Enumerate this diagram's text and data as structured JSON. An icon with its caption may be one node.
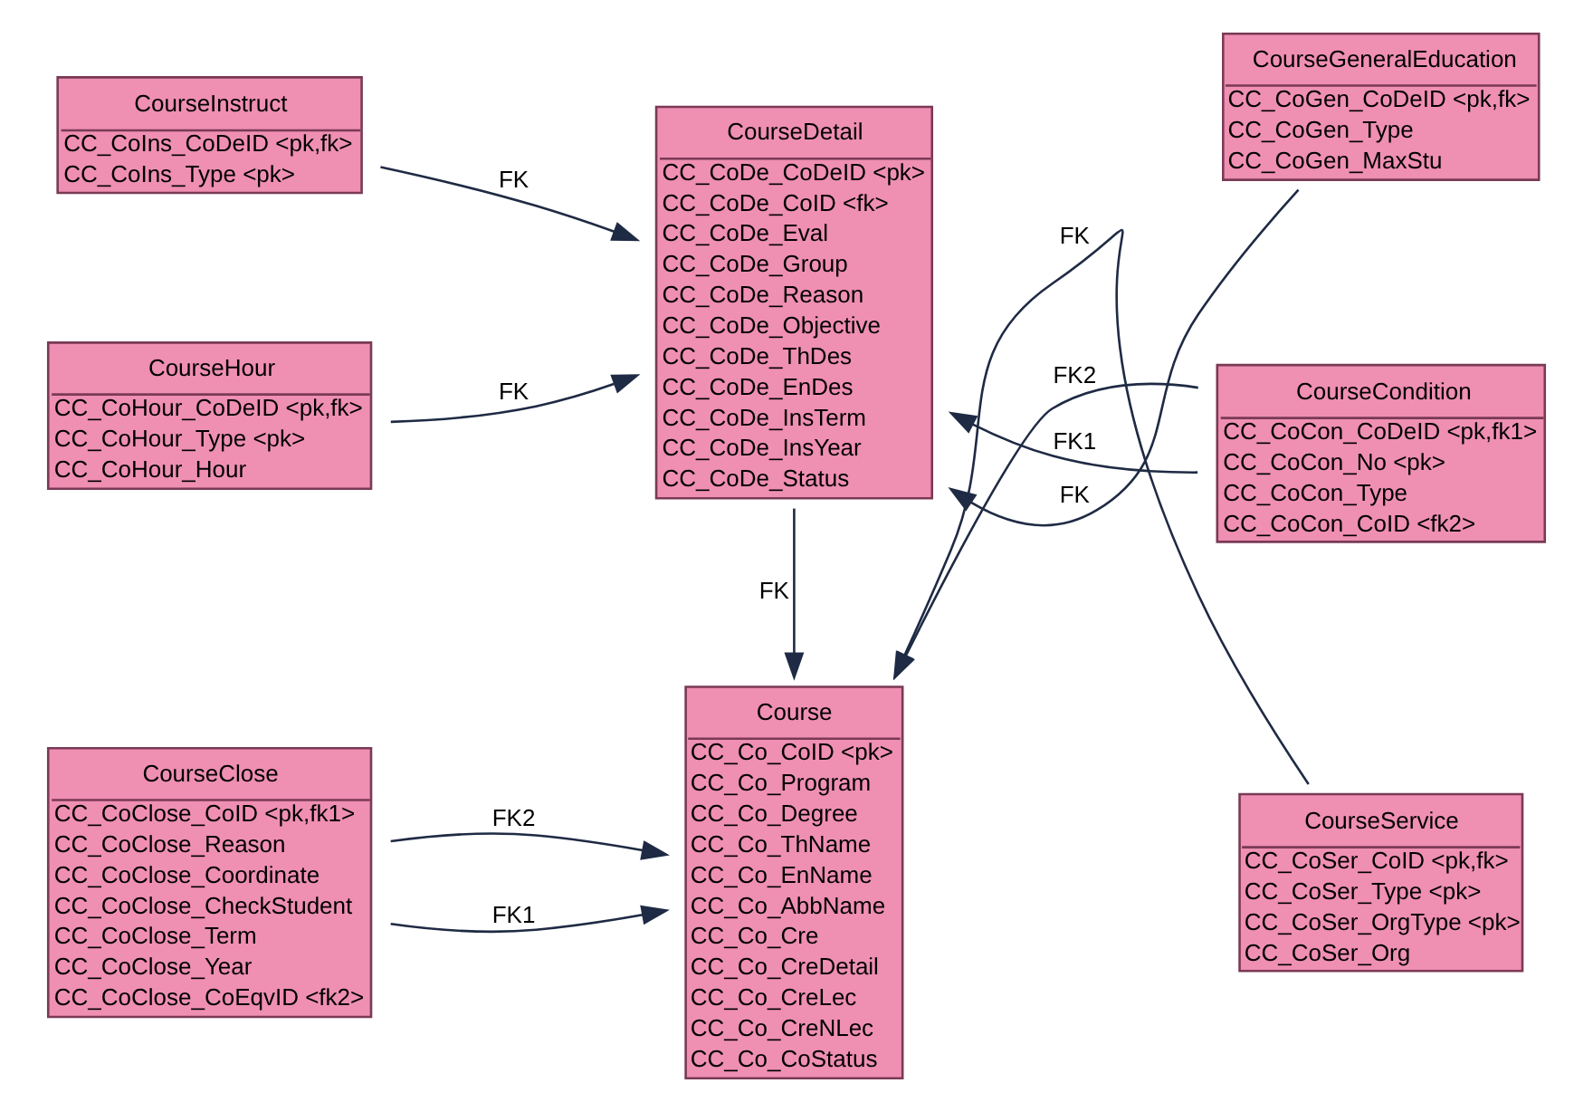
{
  "diagram": {
    "nodes": [
      {
        "text": [
          "CourseClose",
          "CC_CoClose_CoID <pk,fk1>",
          "CC_CoClose_Reason",
          "CC_CoClose_Coordinate",
          "CC_CoClose_CheckStudent",
          "CC_CoClose_Term",
          "CC_CoClose_Year",
          "CC_CoClose_CoEqvID <fk2>"
        ]
      },
      {
        "text": [
          "Course",
          "CC_Co_CoID <pk>",
          "CC_Co_Program",
          "CC_Co_Degree",
          "CC_Co_ThName",
          "CC_Co_EnName",
          "CC_Co_AbbName",
          "CC_Co_Cre",
          "CC_Co_CreDetail",
          "CC_Co_CreLec",
          "CC_Co_CreNLec",
          "CC_Co_CoStatus"
        ]
      },
      {
        "text": [
          "CourseService",
          "CC_CoSer_CoID <pk,fk>",
          "CC_CoSer_Type <pk>",
          "CC_CoSer_OrgType <pk>",
          "CC_CoSer_Org"
        ]
      },
      {
        "text": [
          "CourseCondition",
          "CC_CoCon_CoDeID <pk,fk1>",
          "CC_CoCon_No <pk>",
          "CC_CoCon_Type",
          "CC_CoCon_CoID <fk2>"
        ]
      },
      {
        "text": [
          "CourseHour",
          "CC_CoHour_CoDeID <pk,fk>",
          "CC_CoHour_Type <pk>",
          "CC_CoHour_Hour"
        ]
      },
      {
        "text": [
          "CourseDetail",
          "CC_CoDe_CoDeID <pk>",
          "CC_CoDe_CoID <fk>",
          "CC_CoDe_Eval",
          "CC_CoDe_Group",
          "CC_CoDe_Reason",
          "CC_CoDe_Objective",
          "CC_CoDe_ThDes",
          "CC_CoDe_EnDes",
          "CC_CoDe_InsTerm",
          "CC_CoDe_InsYear",
          "CC_CoDe_Status"
        ]
      },
      {
        "text": [
          "CourseInstruct",
          "CC_CoIns_CoDeID <pk,fk>",
          "CC_CoIns_Type <pk>"
        ]
      },
      {
        "text": [
          "CourseGeneralEducation",
          "CC_CoGen_CoDeID <pk,fk>",
          "CC_CoGen_Type",
          "CC_CoGen_MaxStu"
        ]
      }
    ],
    "edges": [
      {
        "from": 0,
        "to": 1,
        "arrow": "to",
        "label": "FK1"
      },
      {
        "from": 0,
        "to": 1,
        "arrow": "to",
        "label": "FK2"
      },
      {
        "from": 2,
        "to": 1,
        "arrow": "to",
        "label": "FK"
      },
      {
        "from": 3,
        "to": 1,
        "arrow": "to",
        "label": "FK2"
      },
      {
        "from": 5,
        "to": 1,
        "arrow": "to",
        "label": "FK"
      },
      {
        "from": 3,
        "to": 5,
        "arrow": "to",
        "label": "FK1"
      },
      {
        "from": 4,
        "to": 5,
        "arrow": "to",
        "label": "FK"
      },
      {
        "from": 6,
        "to": 5,
        "arrow": "to",
        "label": "FK"
      },
      {
        "from": 7,
        "to": 5,
        "arrow": "to",
        "label": "FK"
      }
    ]
  }
}
